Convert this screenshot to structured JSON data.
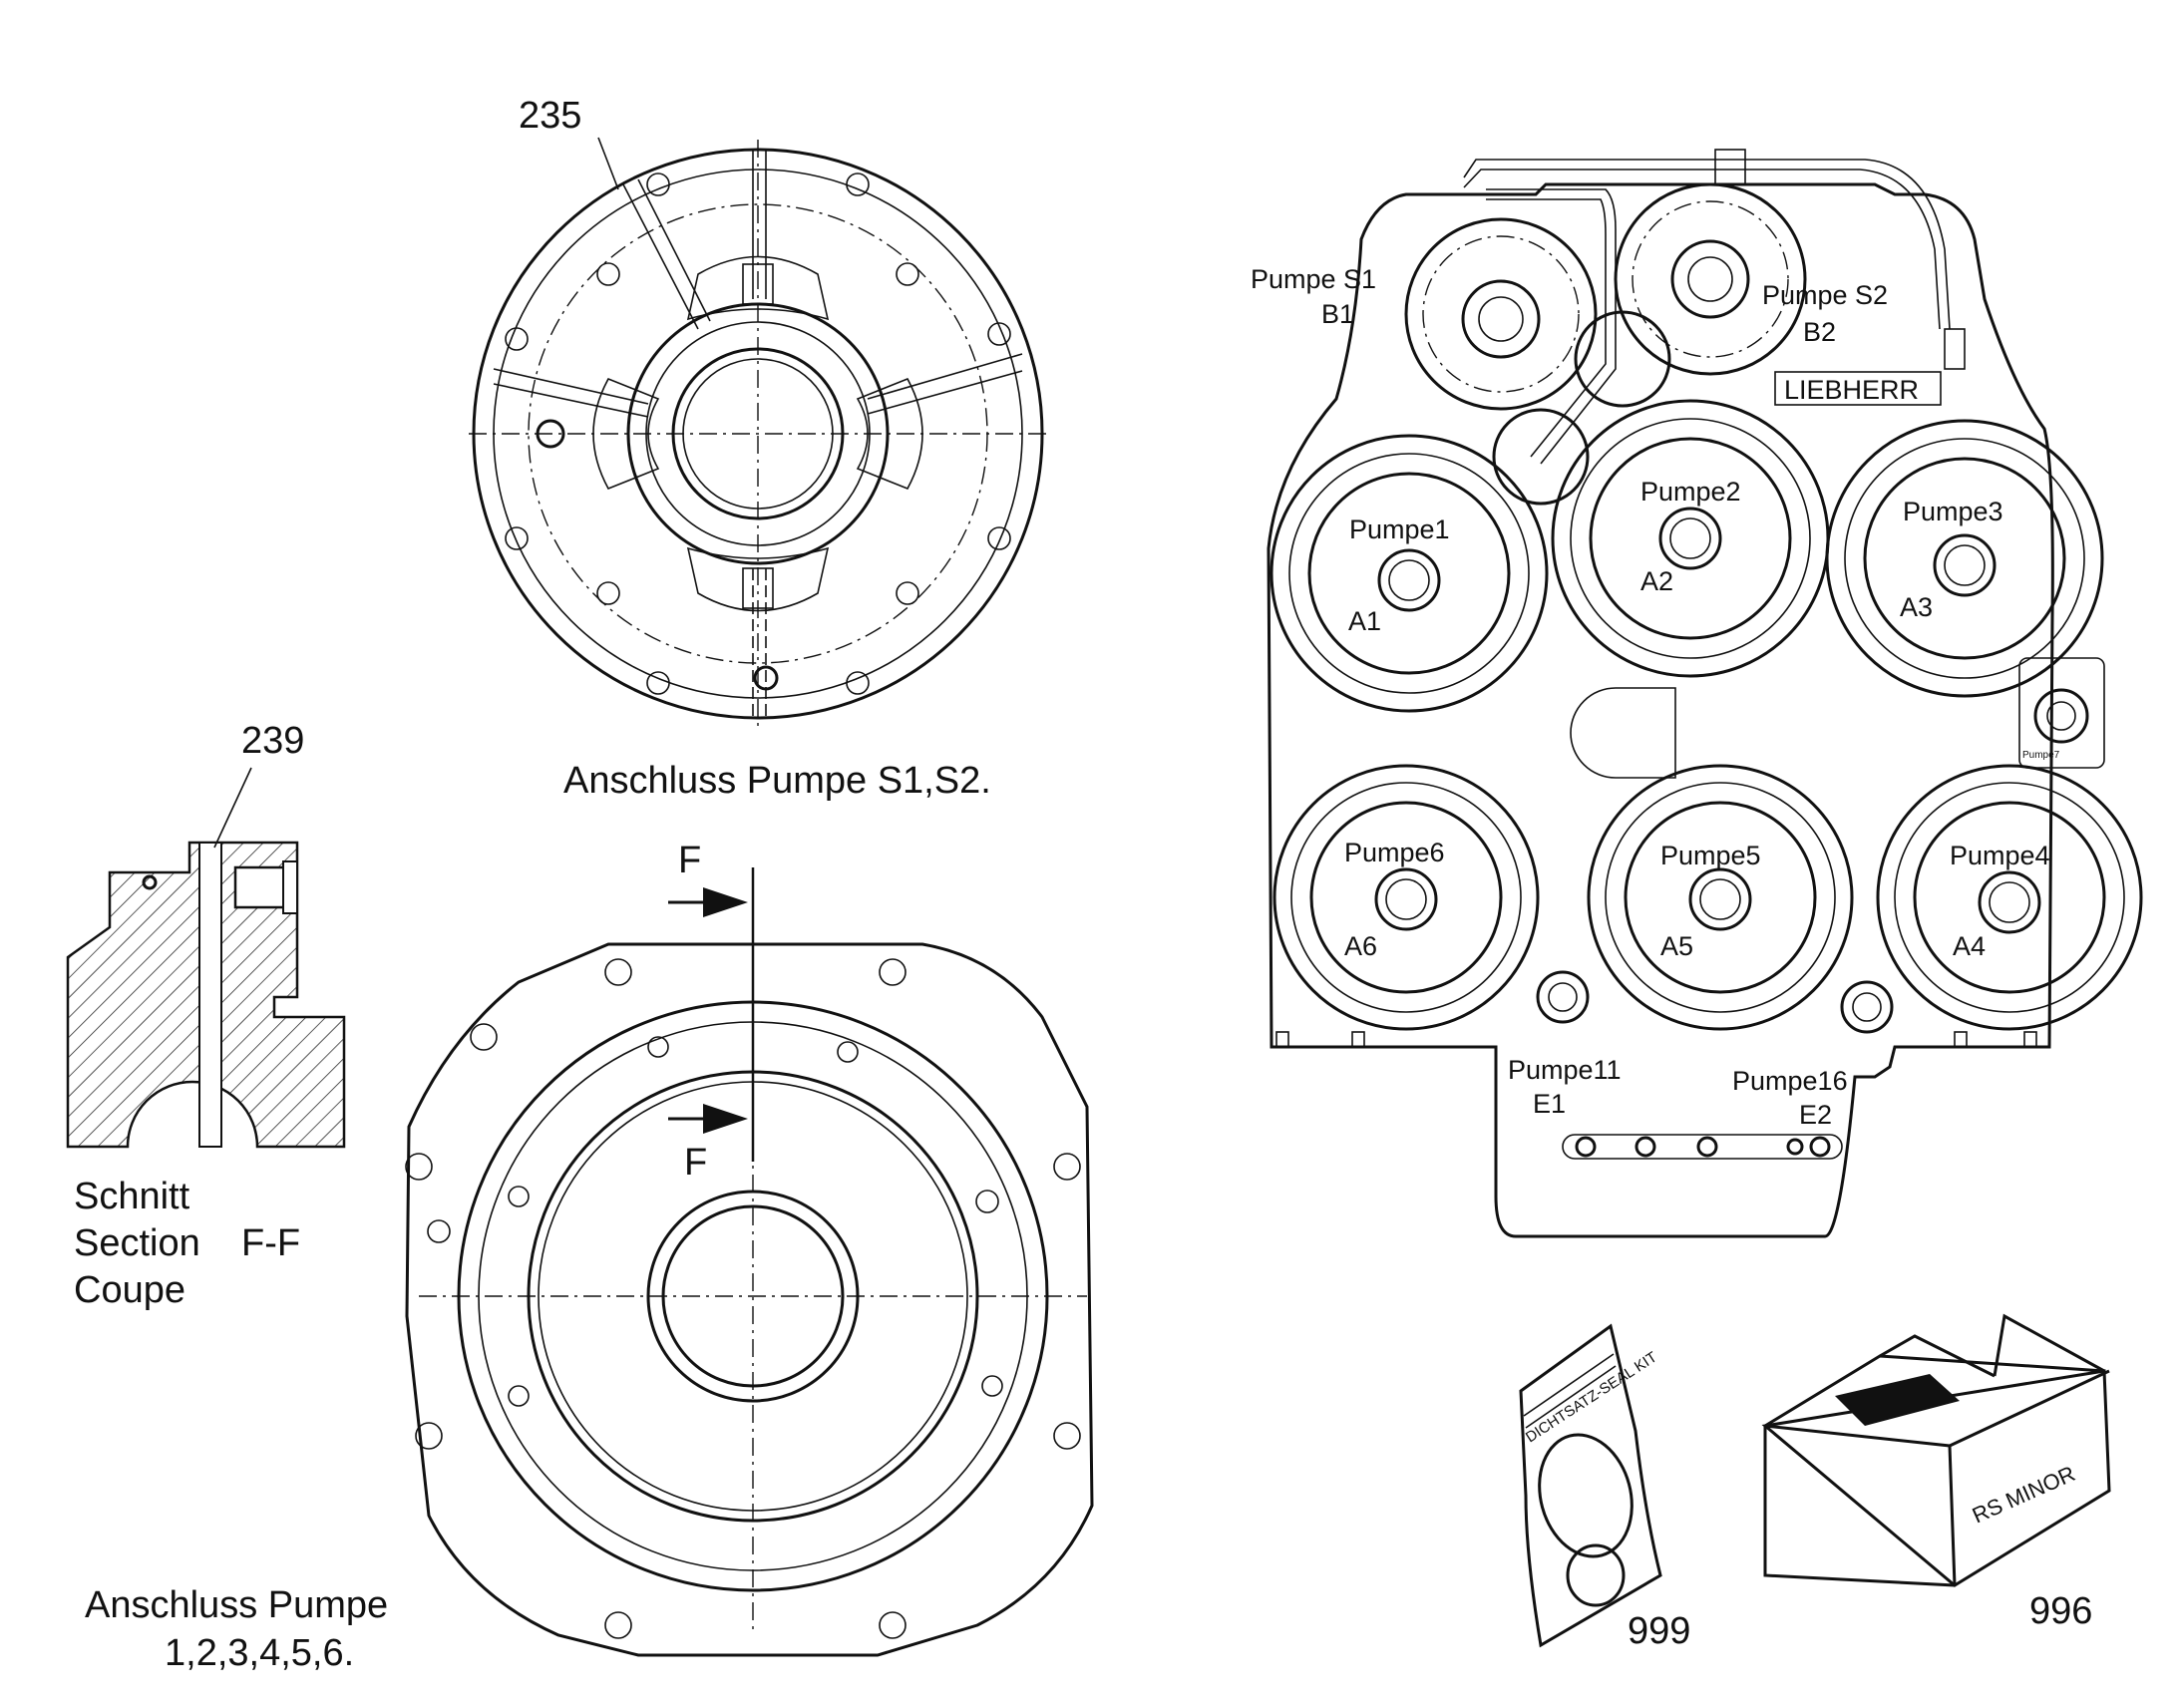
{
  "callouts": {
    "c235": "235",
    "c239": "239",
    "c999": "999",
    "c996": "996"
  },
  "captions": {
    "s1s2": "Anschluss Pumpe S1,S2.",
    "pumps_line1": "Anschluss Pumpe",
    "pumps_line2": "1,2,3,4,5,6.",
    "section_schnitt": "Schnitt",
    "section_section": "Section",
    "section_ff": "F-F",
    "section_coupe": "Coupe"
  },
  "section_marks": {
    "top": "F",
    "bottom": "F"
  },
  "brand": "LIEBHERR",
  "kit_print": "DICHTSATZ-SEAL KIT",
  "box_print": "RS MINOR",
  "gearbox": {
    "top_pumps": [
      {
        "name": "Pumpe S1",
        "port": "B1"
      },
      {
        "name": "Pumpe S2",
        "port": "B2"
      }
    ],
    "row1": [
      {
        "name": "Pumpe1",
        "port": "A1"
      },
      {
        "name": "Pumpe2",
        "port": "A2"
      },
      {
        "name": "Pumpe3",
        "port": "A3"
      }
    ],
    "row2": [
      {
        "name": "Pumpe6",
        "port": "A6"
      },
      {
        "name": "Pumpe5",
        "port": "A5"
      },
      {
        "name": "Pumpe4",
        "port": "A4"
      }
    ],
    "aux": [
      {
        "name": "Pumpe11",
        "port": "E1"
      },
      {
        "name": "Pumpe16",
        "port": "E2"
      },
      {
        "name": "Pumpe7"
      }
    ]
  }
}
